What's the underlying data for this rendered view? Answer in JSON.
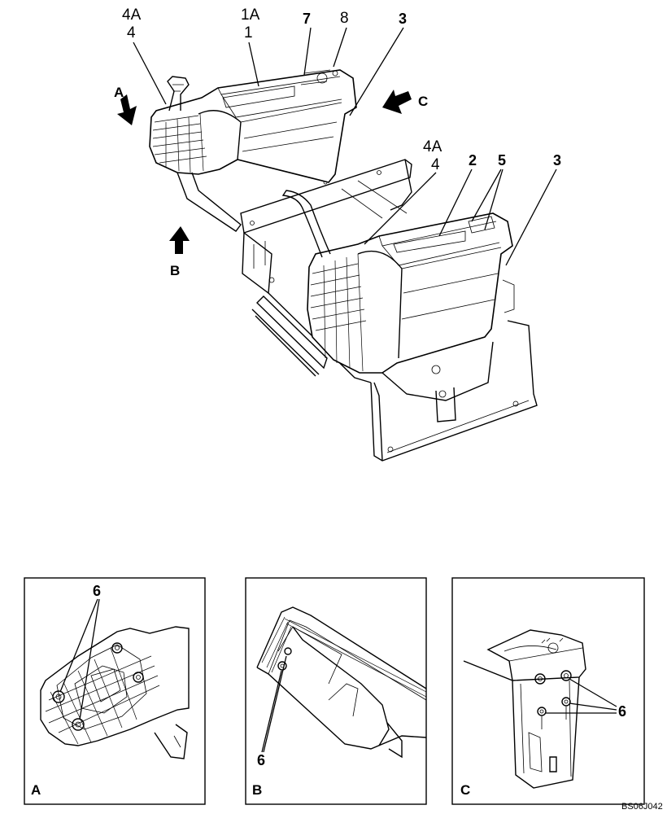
{
  "callouts": {
    "left_console": {
      "c4A": "4A",
      "c4": "4",
      "c1A": "1A",
      "c1": "1",
      "c7": "7",
      "c8": "8",
      "c3": "3"
    },
    "right_console": {
      "c4A": "4A",
      "c4": "4",
      "c2": "2",
      "c5": "5",
      "c3": "3"
    }
  },
  "arrows": {
    "a": "A",
    "b": "B",
    "c": "C"
  },
  "detail_views": [
    {
      "letter": "A",
      "callout": "6"
    },
    {
      "letter": "B",
      "callout": "6"
    },
    {
      "letter": "C",
      "callout": "6"
    }
  ],
  "reference_code": "BS06J042"
}
